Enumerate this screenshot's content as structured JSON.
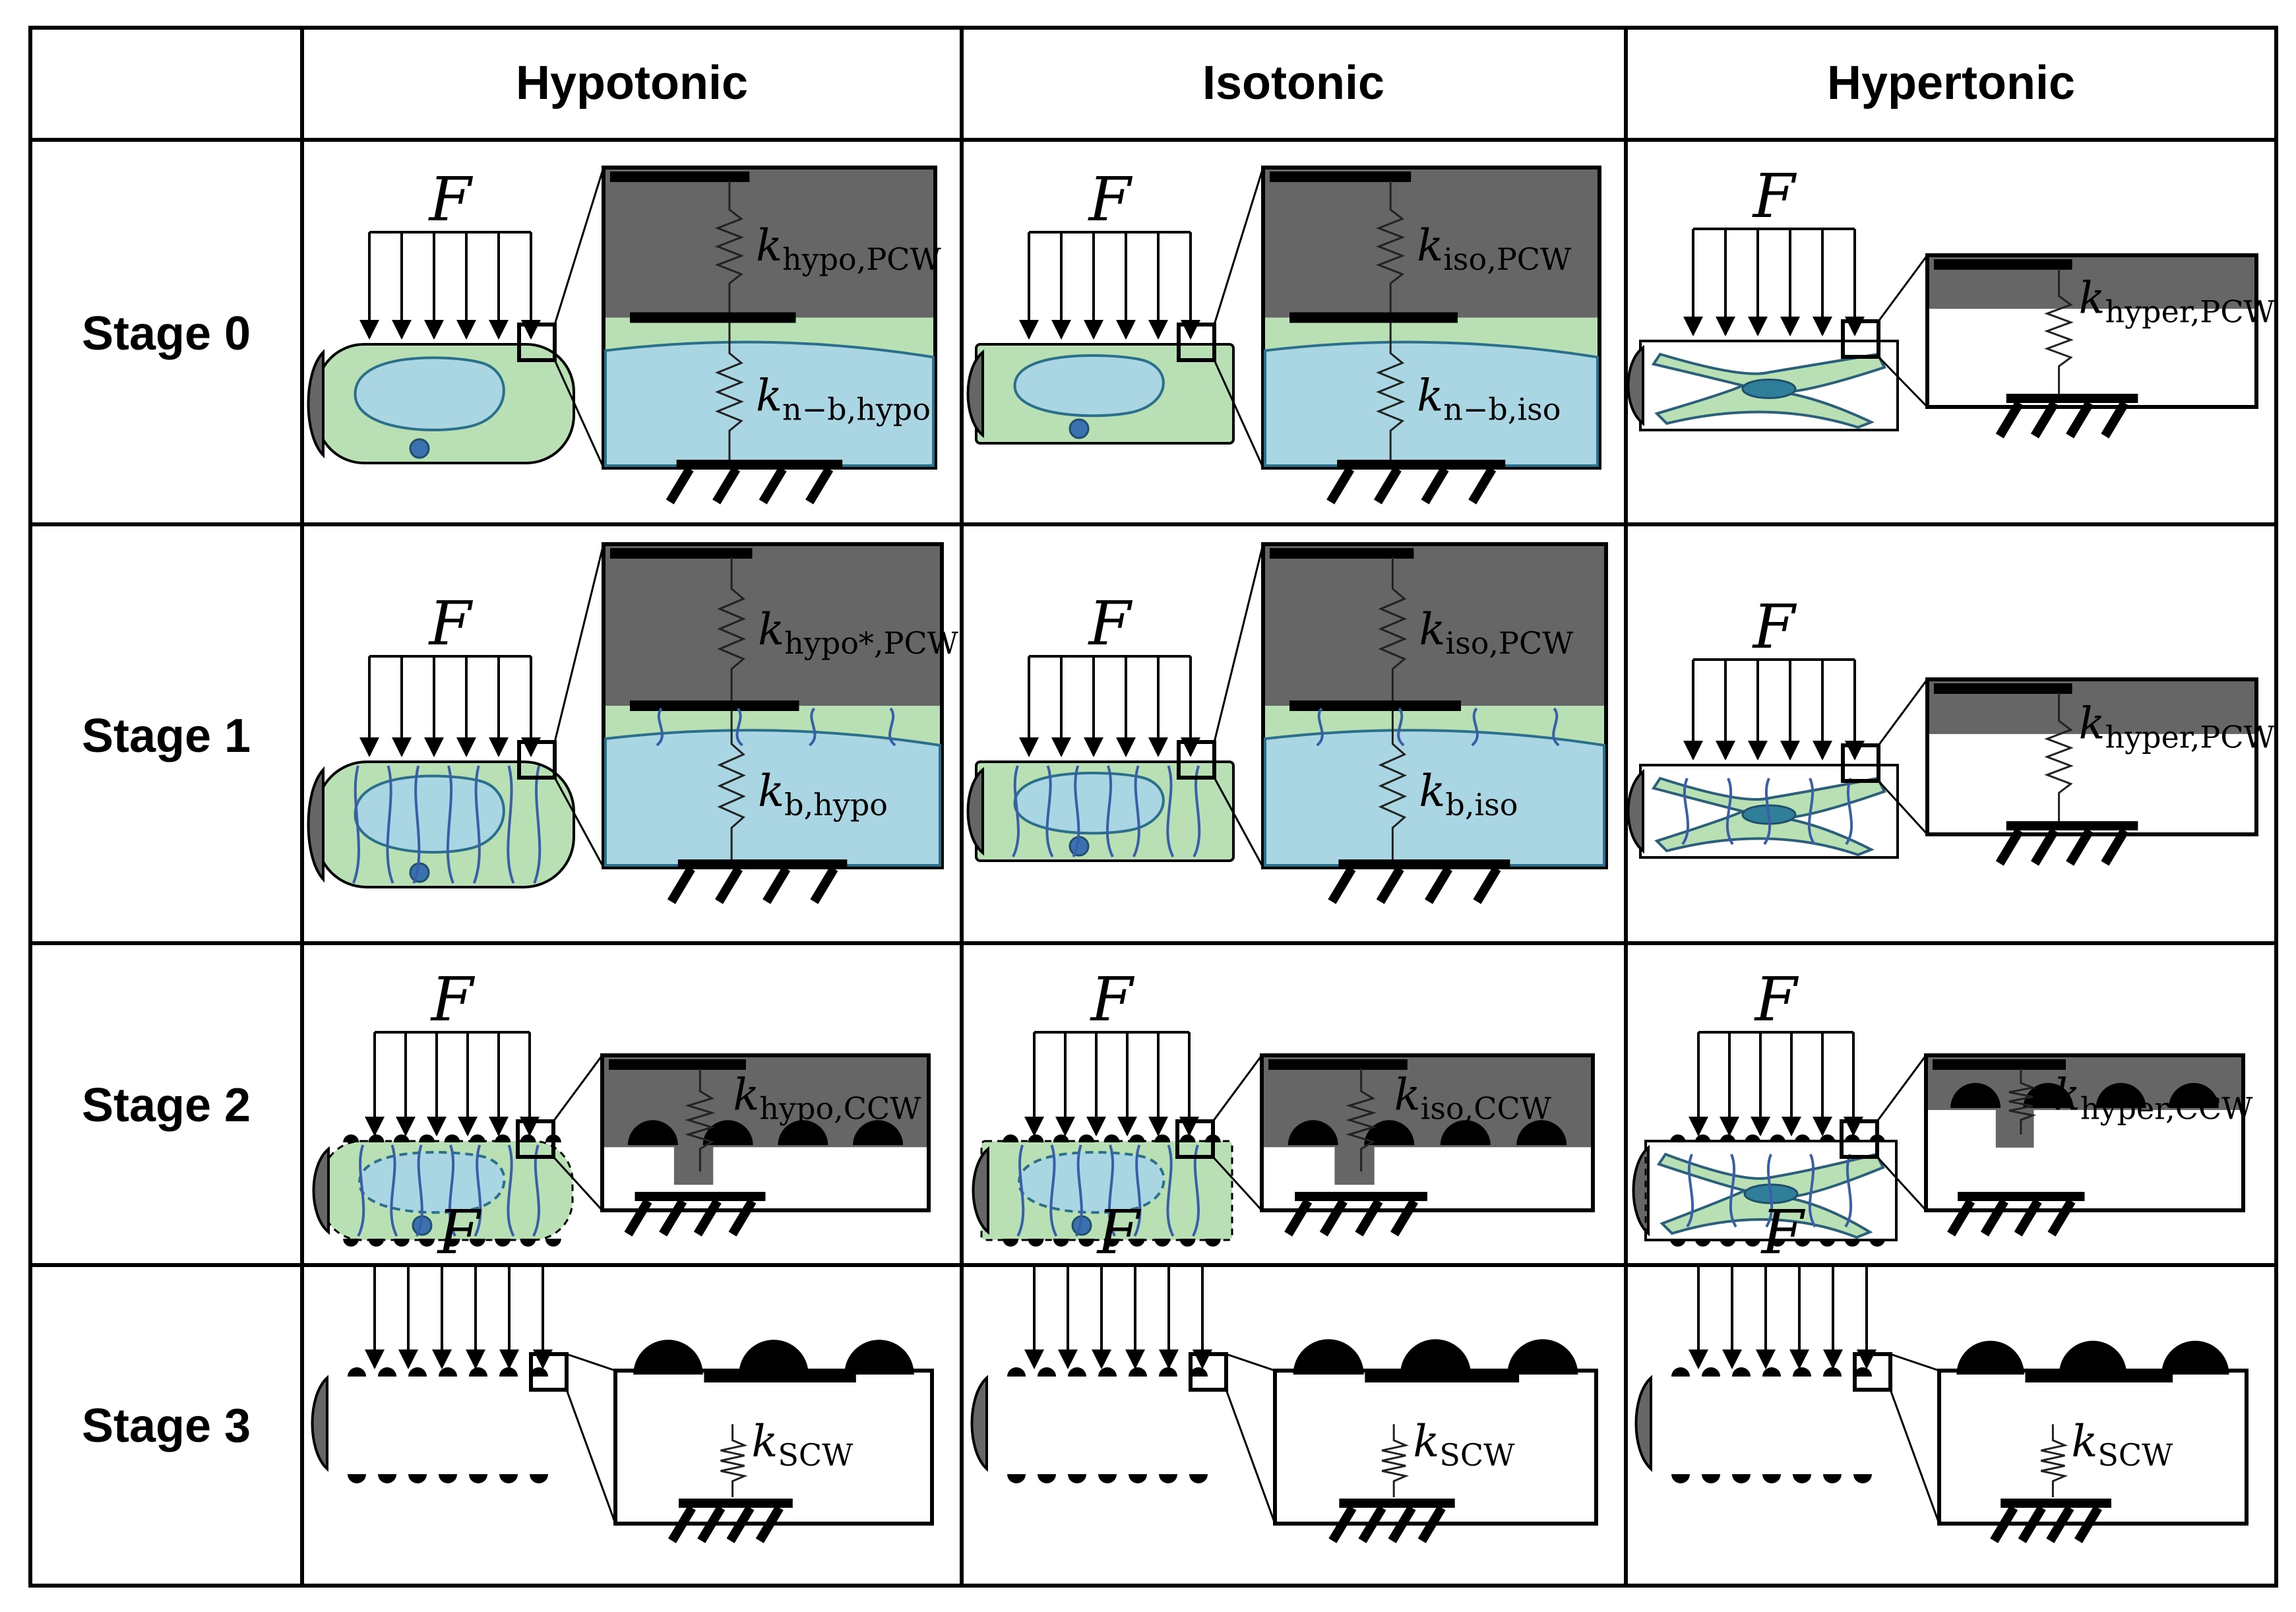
{
  "header": {
    "corner": "",
    "columns": [
      "Hypotonic",
      "Isotonic",
      "Hypertonic"
    ]
  },
  "rows": [
    {
      "label": "Stage 0",
      "cells": [
        {
          "force": "F",
          "springs": [
            {
              "k": "k",
              "sub": "hypo,PCW"
            },
            {
              "k": "k",
              "sub": "n−b,hypo"
            }
          ]
        },
        {
          "force": "F",
          "springs": [
            {
              "k": "k",
              "sub": "iso,PCW"
            },
            {
              "k": "k",
              "sub": "n−b,iso"
            }
          ]
        },
        {
          "force": "F",
          "springs": [
            {
              "k": "k",
              "sub": "hyper,PCW"
            }
          ]
        }
      ]
    },
    {
      "label": "Stage 1",
      "cells": [
        {
          "force": "F",
          "springs": [
            {
              "k": "k",
              "sub": "hypo*,PCW"
            },
            {
              "k": "k",
              "sub": "b,hypo"
            }
          ]
        },
        {
          "force": "F",
          "springs": [
            {
              "k": "k",
              "sub": "iso,PCW"
            },
            {
              "k": "k",
              "sub": "b,iso"
            }
          ]
        },
        {
          "force": "F",
          "springs": [
            {
              "k": "k",
              "sub": "hyper,PCW"
            }
          ]
        }
      ]
    },
    {
      "label": "Stage 2",
      "cells": [
        {
          "force": "F",
          "springs": [
            {
              "k": "k",
              "sub": "hypo,CCW"
            }
          ]
        },
        {
          "force": "F",
          "springs": [
            {
              "k": "k",
              "sub": "iso,CCW"
            }
          ]
        },
        {
          "force": "F",
          "springs": [
            {
              "k": "k",
              "sub": "hyper,CCW"
            }
          ]
        }
      ]
    },
    {
      "label": "Stage 3",
      "cells": [
        {
          "force": "F",
          "springs": [
            {
              "k": "k",
              "sub": "SCW"
            }
          ]
        },
        {
          "force": "F",
          "springs": [
            {
              "k": "k",
              "sub": "SCW"
            }
          ]
        },
        {
          "force": "F",
          "springs": [
            {
              "k": "k",
              "sub": "SCW"
            }
          ]
        }
      ]
    }
  ],
  "colors": {
    "cytoplasm": "#b9e0b4",
    "vacuole": "#a9d6e2",
    "wall": "#666666",
    "fiber": "#3a5fa8",
    "nucleus": "#3a72b0",
    "outline": "#000000"
  }
}
